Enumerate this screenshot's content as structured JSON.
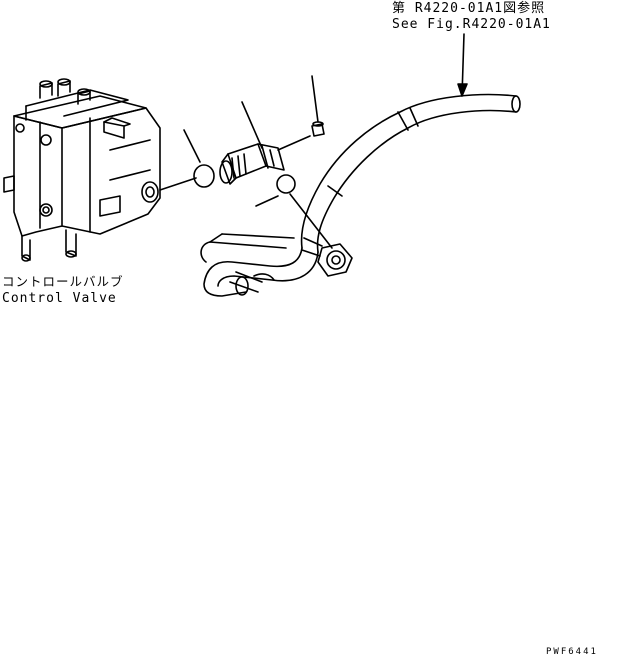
{
  "reference": {
    "japanese": "第 R4220-01A1図参照",
    "english": "See Fig.R4220-01A1"
  },
  "component": {
    "japanese": "コントロールバルブ",
    "english": "Control Valve"
  },
  "figure_number": "PWF6441"
}
